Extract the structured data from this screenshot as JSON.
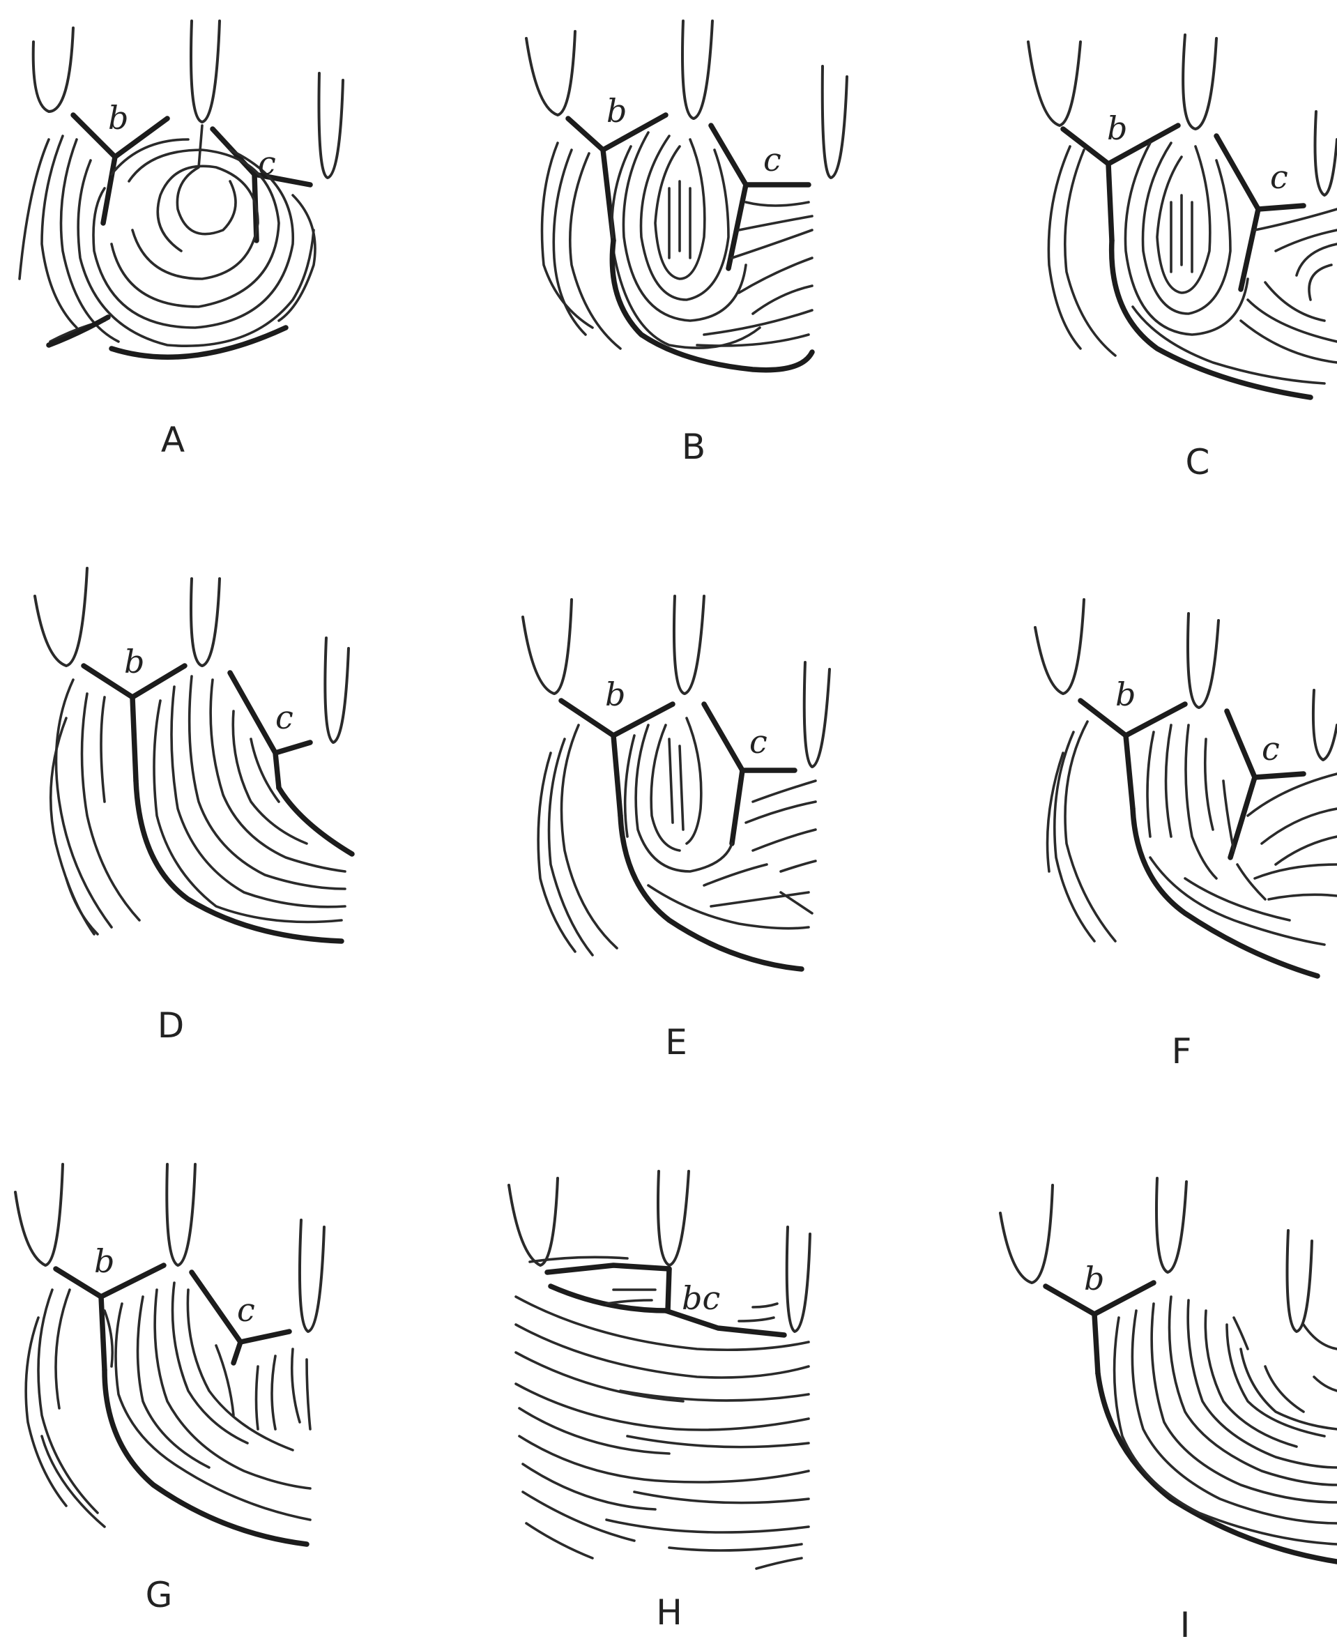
{
  "figure": {
    "panels": [
      {
        "id": "A",
        "label": "A",
        "triradii": [
          "b",
          "c"
        ],
        "pattern": "whorl"
      },
      {
        "id": "B",
        "label": "B",
        "triradii": [
          "b",
          "c"
        ],
        "pattern": "loop"
      },
      {
        "id": "C",
        "label": "C",
        "triradii": [
          "b",
          "c"
        ],
        "pattern": "loop"
      },
      {
        "id": "D",
        "label": "D",
        "triradii": [
          "b",
          "c"
        ],
        "pattern": "open"
      },
      {
        "id": "E",
        "label": "E",
        "triradii": [
          "b",
          "c"
        ],
        "pattern": "loop"
      },
      {
        "id": "F",
        "label": "F",
        "triradii": [
          "b",
          "c"
        ],
        "pattern": "loop"
      },
      {
        "id": "G",
        "label": "G",
        "triradii": [
          "b",
          "c"
        ],
        "pattern": "open"
      },
      {
        "id": "H",
        "label": "H",
        "triradii": [
          "bc"
        ],
        "pattern": "fused"
      },
      {
        "id": "I",
        "label": "I",
        "triradii": [
          "b"
        ],
        "pattern": "absent-c"
      }
    ]
  },
  "colors": {
    "ink": "#2a2a2a",
    "background": "#ffffff"
  }
}
